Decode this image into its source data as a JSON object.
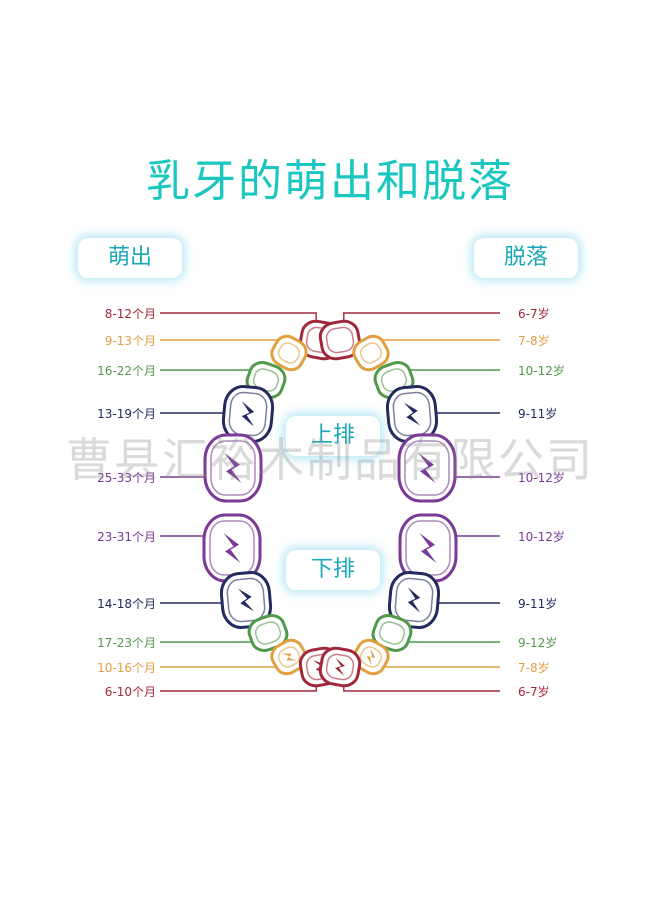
{
  "title": "乳牙的萌出和脱落",
  "labels": {
    "erupt": "萌出",
    "fall": "脱落",
    "upper": "上排",
    "lower": "下排"
  },
  "watermark": "曹县汇裕木制品有限公司",
  "colors": {
    "incisor": "#a0283a",
    "lateral": "#e0a040",
    "canine": "#4f9a48",
    "molar1": "#232a5e",
    "molar2": "#7a3a96",
    "title": "#19c7bf"
  },
  "upper": [
    {
      "erupt": "8-12个月",
      "fall": "6-7岁",
      "color": "#a0283a"
    },
    {
      "erupt": "9-13个月",
      "fall": "7-8岁",
      "color": "#e0a040"
    },
    {
      "erupt": "16-22个月",
      "fall": "10-12岁",
      "color": "#4f9a48"
    },
    {
      "erupt": "13-19个月",
      "fall": "9-11岁",
      "color": "#232a5e"
    },
    {
      "erupt": "25-33个月",
      "fall": "10-12岁",
      "color": "#7a3a96"
    }
  ],
  "lower": [
    {
      "erupt": "23-31个月",
      "fall": "10-12岁",
      "color": "#7a3a96"
    },
    {
      "erupt": "14-18个月",
      "fall": "9-11岁",
      "color": "#232a5e"
    },
    {
      "erupt": "17-23个月",
      "fall": "9-12岁",
      "color": "#4f9a48"
    },
    {
      "erupt": "10-16个月",
      "fall": "7-8岁",
      "color": "#e0a040"
    },
    {
      "erupt": "6-10个月",
      "fall": "6-7岁",
      "color": "#a0283a"
    }
  ]
}
